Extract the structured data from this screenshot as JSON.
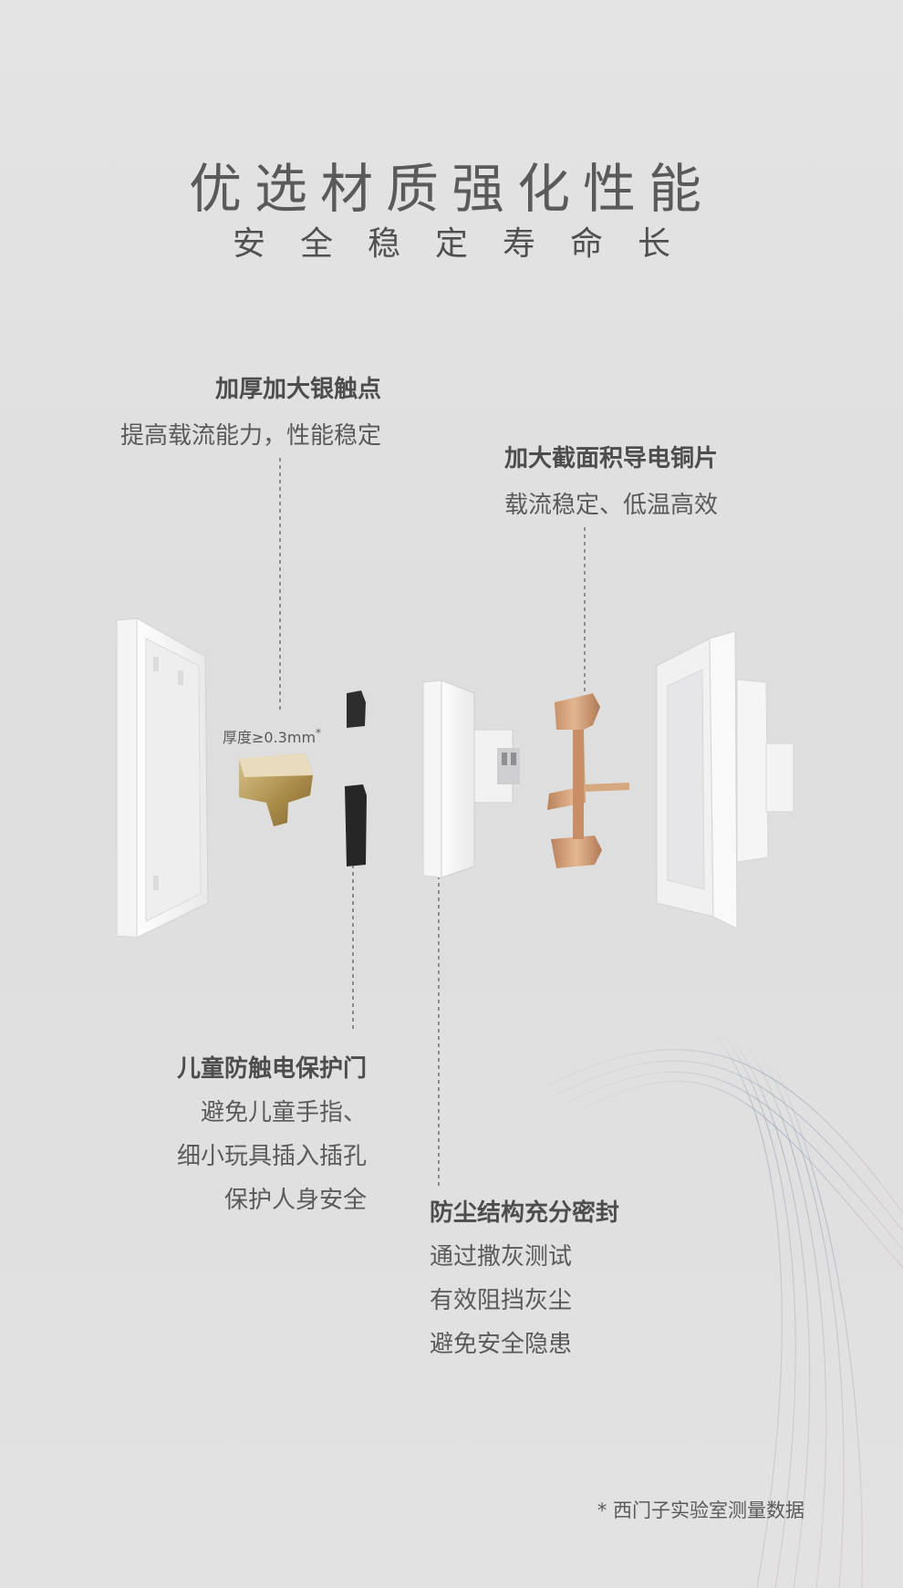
{
  "header": {
    "title": "优选材质强化性能",
    "subtitle": "安全稳定寿命长"
  },
  "callouts": [
    {
      "id": "silver",
      "title": "加厚加大银触点",
      "lines": [
        "提高载流能力，性能稳定"
      ]
    },
    {
      "id": "copper",
      "title": "加大截面积导电铜片",
      "lines": [
        "载流稳定、低温高效"
      ]
    },
    {
      "id": "child",
      "title": "儿童防触电保护门",
      "lines": [
        "避免儿童手指、",
        "细小玩具插入插孔",
        "保护人身安全"
      ]
    },
    {
      "id": "dust",
      "title": "防尘结构充分密封",
      "lines": [
        "通过撒灰测试",
        "有效阻挡灰尘",
        "避免安全隐患"
      ]
    }
  ],
  "thickness_label": "厚度≥0.3mm",
  "thickness_mark": "*",
  "footnote": "*  西门子实验室测量数据",
  "colors": {
    "background": "#e2e2e2",
    "copper": "#c99a72",
    "silver_contact": "#b39a5c",
    "text": "#555555"
  }
}
